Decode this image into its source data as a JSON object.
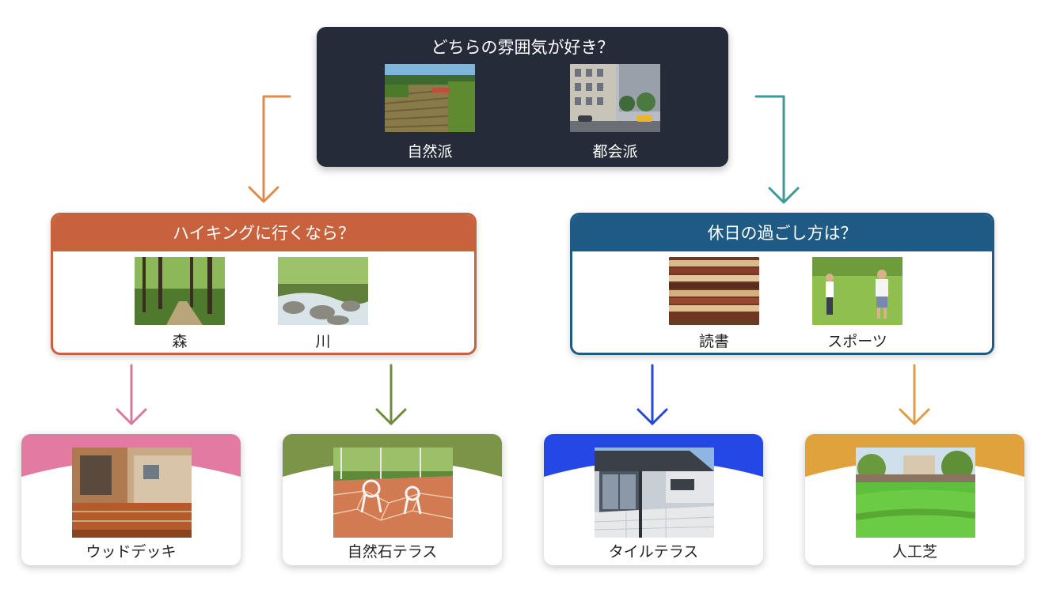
{
  "root": {
    "title": "どちらの雰囲気が好き？",
    "options": [
      {
        "label": "自然派",
        "photo": "countryside-field-photo"
      },
      {
        "label": "都会派",
        "photo": "city-street-photo"
      }
    ]
  },
  "left_question": {
    "title": "ハイキングに行くなら？",
    "color": "#c8623e",
    "options": [
      {
        "label": "森",
        "photo": "forest-path-photo"
      },
      {
        "label": "川",
        "photo": "river-rocks-photo"
      }
    ]
  },
  "right_question": {
    "title": "休日の過ごし方は？",
    "color": "#1f5a85",
    "options": [
      {
        "label": "読書",
        "photo": "book-stack-photo"
      },
      {
        "label": "スポーツ",
        "photo": "golf-players-photo"
      }
    ]
  },
  "results": [
    {
      "label": "ウッドデッキ",
      "color": "#e27aa2",
      "photo": "wood-deck-photo"
    },
    {
      "label": "自然石テラス",
      "color": "#7b9447",
      "photo": "stone-terrace-photo"
    },
    {
      "label": "タイルテラス",
      "color": "#2547e6",
      "photo": "tile-terrace-photo"
    },
    {
      "label": "人工芝",
      "color": "#e0a23c",
      "photo": "artificial-turf-photo"
    }
  ],
  "arrow_colors": {
    "root_left": "#e08a4c",
    "root_right": "#3d9a98",
    "forest": "#d7789c",
    "river": "#6f8b3f",
    "reading": "#2546d8",
    "sports": "#e09b45"
  }
}
